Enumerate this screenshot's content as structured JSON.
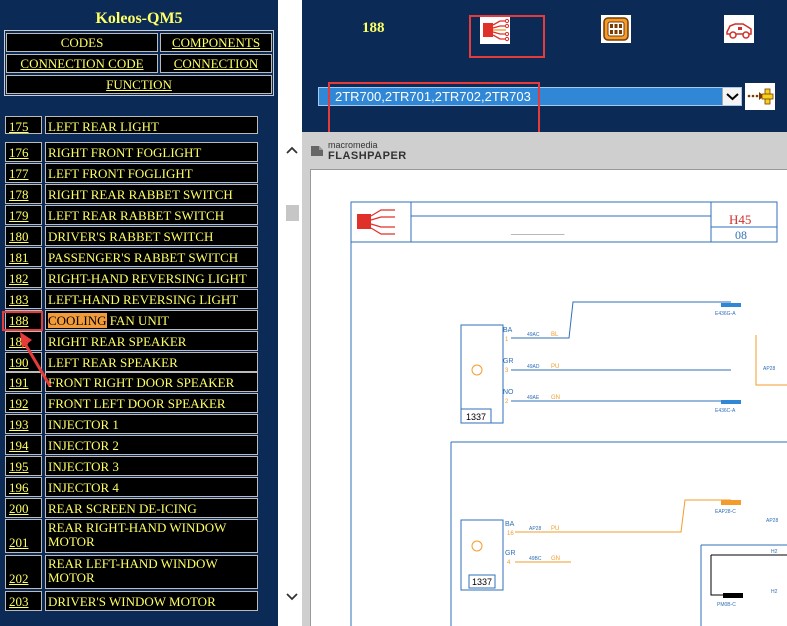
{
  "app": {
    "title": "Koleos-QM5"
  },
  "nav": {
    "codes": "CODES",
    "components": "COMPONENTS",
    "connection_code": "CONNECTION CODE",
    "connection": "CONNECTION",
    "function": "FUNCTION"
  },
  "list": [
    {
      "num": "175",
      "label": "LEFT REAR LIGHT"
    },
    {
      "num": "176",
      "label": "RIGHT FRONT FOGLIGHT"
    },
    {
      "num": "177",
      "label": "LEFT FRONT FOGLIGHT"
    },
    {
      "num": "178",
      "label": "RIGHT REAR RABBET SWITCH"
    },
    {
      "num": "179",
      "label": "LEFT REAR RABBET SWITCH"
    },
    {
      "num": "180",
      "label": "DRIVER'S RABBET SWITCH"
    },
    {
      "num": "181",
      "label": "PASSENGER'S RABBET SWITCH"
    },
    {
      "num": "182",
      "label": "RIGHT-HAND REVERSING LIGHT"
    },
    {
      "num": "183",
      "label": "LEFT-HAND REVERSING LIGHT"
    },
    {
      "num": "188",
      "label_hl": "COOLING",
      "label_rest": " FAN UNIT"
    },
    {
      "num": "189",
      "label": "RIGHT REAR SPEAKER"
    },
    {
      "num": "190",
      "label": "LEFT REAR SPEAKER"
    },
    {
      "num": "191",
      "label": "FRONT RIGHT DOOR SPEAKER"
    },
    {
      "num": "192",
      "label": "FRONT LEFT DOOR SPEAKER"
    },
    {
      "num": "193",
      "label": "INJECTOR 1"
    },
    {
      "num": "194",
      "label": "INJECTOR 2"
    },
    {
      "num": "195",
      "label": "INJECTOR 3"
    },
    {
      "num": "196",
      "label": "INJECTOR 4"
    },
    {
      "num": "200",
      "label": "REAR SCREEN DE-ICING"
    },
    {
      "num": "201",
      "label": "REAR RIGHT-HAND WINDOW MOTOR"
    },
    {
      "num": "202",
      "label": "REAR LEFT-HAND WINDOW MOTOR"
    },
    {
      "num": "203",
      "label": "DRIVER'S WINDOW MOTOR"
    }
  ],
  "toolbar": {
    "connector_id": "188",
    "connection_select": "2TR700,2TR701,2TR702,2TR703"
  },
  "icons": {
    "connector_wiring": "connector-wiring-icon",
    "connector_plug": "connector-plug-icon",
    "vehicle": "vehicle-location-icon",
    "go": "go-arrow-icon"
  },
  "viewer": {
    "brand_small": "macromedia",
    "brand_big": "FLASHPAPER",
    "diagram": {
      "code": "H45",
      "sub": "08",
      "conn1_label": "1337",
      "conn2_label": "1337",
      "wire_ba": "BA",
      "wire_gr": "GR",
      "wire_no": "NO",
      "pin1": "1",
      "pin2": "2",
      "pin3": "3",
      "pin4": "4",
      "pin16": "16",
      "w1": "49AC",
      "w2": "49AD",
      "w3": "49AE",
      "w4": "AP28",
      "w5": "49BC",
      "bl": "BL",
      "pu": "PU",
      "gn": "GN",
      "tag1": "E436G-A",
      "tag2": "E436C-A",
      "tag3": "EAP28-C",
      "tag4": "PM0B-C",
      "h2": "H2",
      "ap28": "AP28"
    }
  },
  "colors": {
    "panel_bg": "#0b2a55",
    "text_yellow": "#ffff66",
    "highlight_orange": "#f29b3a",
    "annotation_red": "#e53b3b",
    "select_blue": "#2f87d6"
  }
}
